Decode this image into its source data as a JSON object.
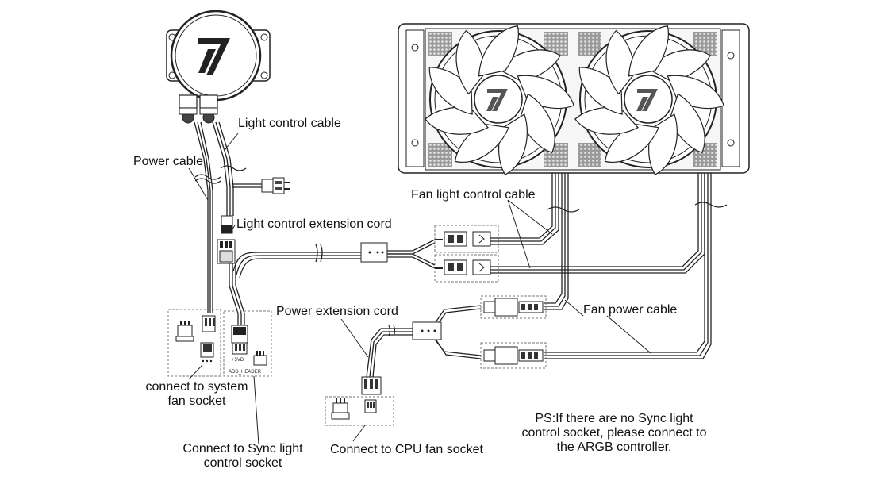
{
  "labels": {
    "light_control_cable": "Light control cable",
    "power_cable": "Power cable",
    "fan_light_control_cable": "Fan light control cable",
    "light_control_extension_cord": "Light control extension cord",
    "power_extension_cord": "Power extension cord",
    "fan_power_cable": "Fan power cable",
    "system_fan_line1": "connect to system",
    "system_fan_line2": "fan socket",
    "sync_line1": "Connect to Sync light",
    "sync_line2": "control socket",
    "cpu_fan": "Connect to CPU fan socket",
    "ps_line1": "PS:If there are no Sync light",
    "ps_line2": "control socket, please connect to",
    "ps_line3": "the ARGB controller."
  },
  "header_text": {
    "add_header": "ADD_HEADER",
    "pin_label": "+5VD"
  },
  "colors": {
    "line": "#222222",
    "shade": "#555555",
    "box_dash": "#777777"
  }
}
